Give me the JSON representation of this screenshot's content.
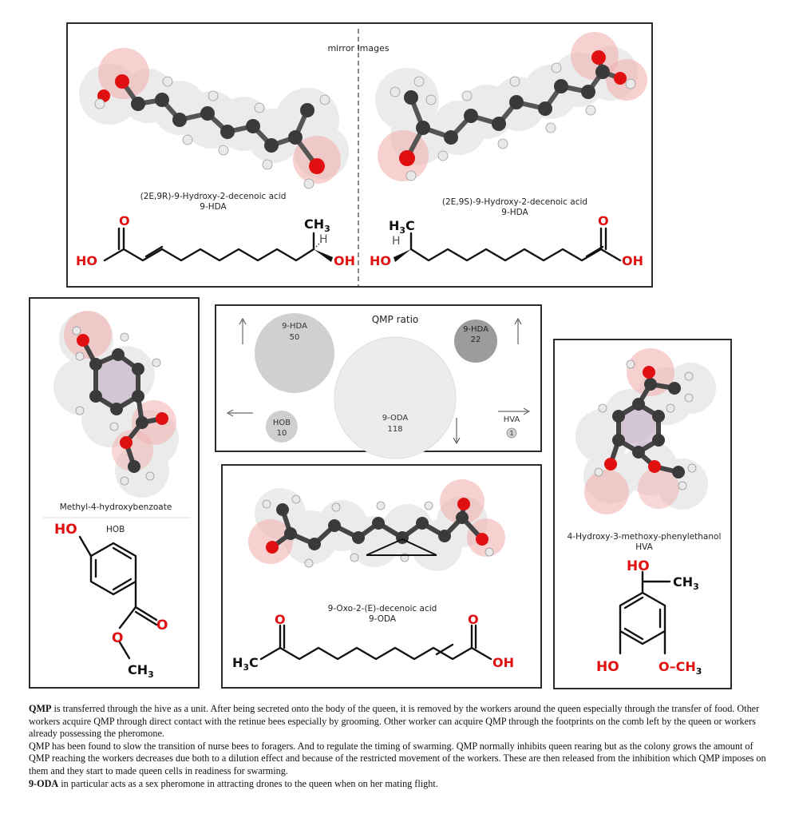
{
  "top_panel": {
    "mirror_label": "mirror images",
    "left_caption": "(2E,9R)-9-Hydroxy-2-decenoic acid",
    "left_abbrev": "9-HDA",
    "right_caption": "(2E,9S)-9-Hydroxy-2-decenoic acid",
    "right_abbrev": "9-HDA",
    "labels": {
      "o": "O",
      "ho": "HO",
      "oh": "OH",
      "ch3": "CH",
      "h3c": "H",
      "sub3": "3",
      "h": "H"
    }
  },
  "hob_panel": {
    "caption": "Methyl-4-hydroxybenzoate",
    "abbrev": "HOB",
    "labels": {
      "ho": "HO",
      "o1": "O",
      "o2": "O",
      "ch": "CH",
      "sub3": "3"
    }
  },
  "qmp_panel": {
    "title": "QMP ratio",
    "bubbles": [
      {
        "name": "9-HDA",
        "value": "50",
        "color": "#d0d0d0"
      },
      {
        "name": "9-HDA",
        "value": "22",
        "color": "#9c9c9c"
      },
      {
        "name": "9-ODA",
        "value": "118",
        "color": "#ececec"
      },
      {
        "name": "HOB",
        "value": "10",
        "color": "#cfcfcf"
      },
      {
        "name": "HVA",
        "value": "1",
        "color": "#cfcfcf"
      }
    ]
  },
  "oda_panel": {
    "caption": "9-Oxo-2-(E)-decenoic acid",
    "abbrev": "9-ODA",
    "labels": {
      "o1": "O",
      "o2": "O",
      "h3c": "H",
      "c": "C",
      "sub3": "3",
      "oh": "OH"
    }
  },
  "hva_panel": {
    "caption": "4-Hydroxy-3-methoxy-phenylethanol",
    "abbrev": "HVA",
    "labels": {
      "ho_top": "HO",
      "ch": "CH",
      "sub3": "3",
      "ho_bottom": "HO",
      "och": "O–CH"
    }
  },
  "description": {
    "p1_bold": "QMP",
    "p1_text": " is transferred through the hive as a unit. After being secreted onto the body of the queen, it is removed by the workers around the queen especially through the transfer of food. Other workers acquire QMP through direct contact with the retinue bees especially by grooming. Other worker can acquire QMP through the footprints on the comb left by the queen or workers already possessing the pheromone.",
    "p2_text": "QMP has been found to slow the transition of nurse bees to foragers. And to regulate the timing of swarming. QMP normally inhibits queen rearing but as the colony grows the amount of QMP reaching the workers decreases due both to a dilution effect and because of the restricted movement of the workers. These are then released from the inhibition which QMP imposes on them and they start to made queen cells in readiness for swarming.",
    "p3_bold": "9-ODA",
    "p3_text": " in particular acts as a sex pheromone in attracting drones to the queen when on her mating flight."
  },
  "colors": {
    "oxygen": "#e01010",
    "carbon": "#3a3a3a",
    "hydrogen": "#e8e8e8",
    "panel_border": "#2b2b2b"
  }
}
